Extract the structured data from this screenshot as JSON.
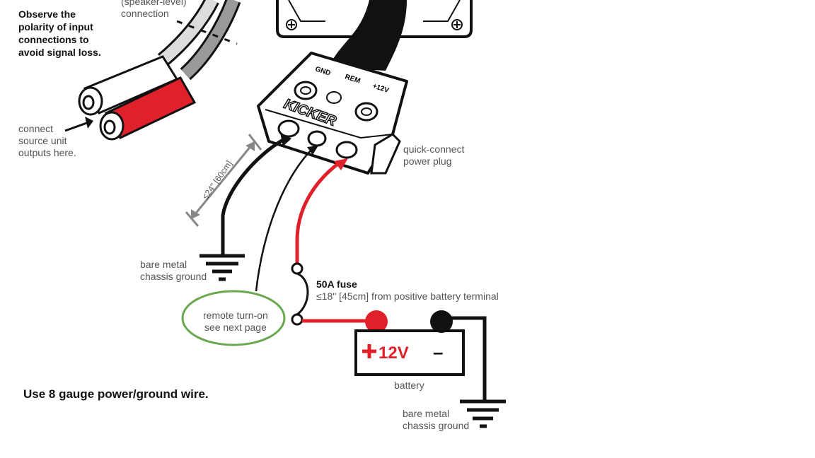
{
  "notes": {
    "polarity": "Observe the\npolarity of input\nconnections to\navoid signal loss.",
    "gauge": "Use 8 gauge power/ground wire."
  },
  "labels": {
    "speaker_level": "(speaker-level)\nconnection",
    "connect_source": "connect\nsource unit\noutputs here.",
    "quick_connect": "quick-connect\npower plug",
    "distance": "≤24\" [60cm]",
    "ground_top": "bare metal\nchassis ground",
    "ground_bottom": "bare metal\nchassis ground",
    "remote": "remote turn-on\nsee next page",
    "fuse_title": "50A fuse",
    "fuse_detail": "≤18\" [45cm] from positive battery terminal",
    "battery": "battery"
  },
  "plug": {
    "brand": "KICKER",
    "terminal_gnd": "GND",
    "terminal_rem": "REM",
    "terminal_12v": "+12V"
  },
  "battery": {
    "positive": "12V",
    "negative": "–"
  },
  "colors": {
    "power_wire": "#e0212b",
    "ground_wire": "#111111",
    "remote_circle": "#6aa84f",
    "dimension_line": "#888888"
  }
}
